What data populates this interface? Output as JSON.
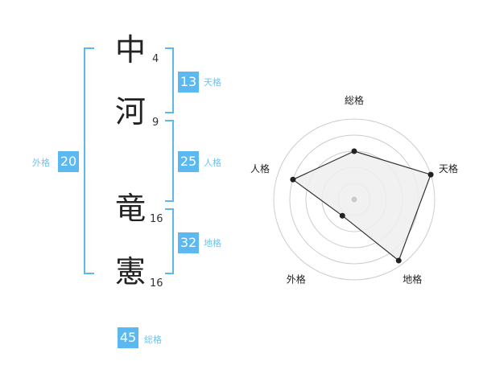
{
  "colors": {
    "accent": "#5bb8f0",
    "accent_label": "#6ec3f2",
    "line": "#333333",
    "fill": "#eeeeee"
  },
  "name": {
    "characters": [
      {
        "char": "中",
        "strokes": "4"
      },
      {
        "char": "河",
        "strokes": "9"
      },
      {
        "char": "竜",
        "strokes": "16"
      },
      {
        "char": "憲",
        "strokes": "16"
      }
    ]
  },
  "fortune": {
    "tenkaku": {
      "value": "13",
      "label": "天格"
    },
    "jinkaku": {
      "value": "25",
      "label": "人格"
    },
    "chikaku": {
      "value": "32",
      "label": "地格"
    },
    "gaikaku": {
      "value": "20",
      "label": "外格"
    },
    "soukaku": {
      "value": "45",
      "label": "総格"
    }
  },
  "radar": {
    "axes": [
      "総格",
      "天格",
      "地格",
      "外格",
      "人格"
    ],
    "rings": 5,
    "values": [
      0.6,
      1.0,
      0.94,
      0.25,
      0.8
    ]
  }
}
